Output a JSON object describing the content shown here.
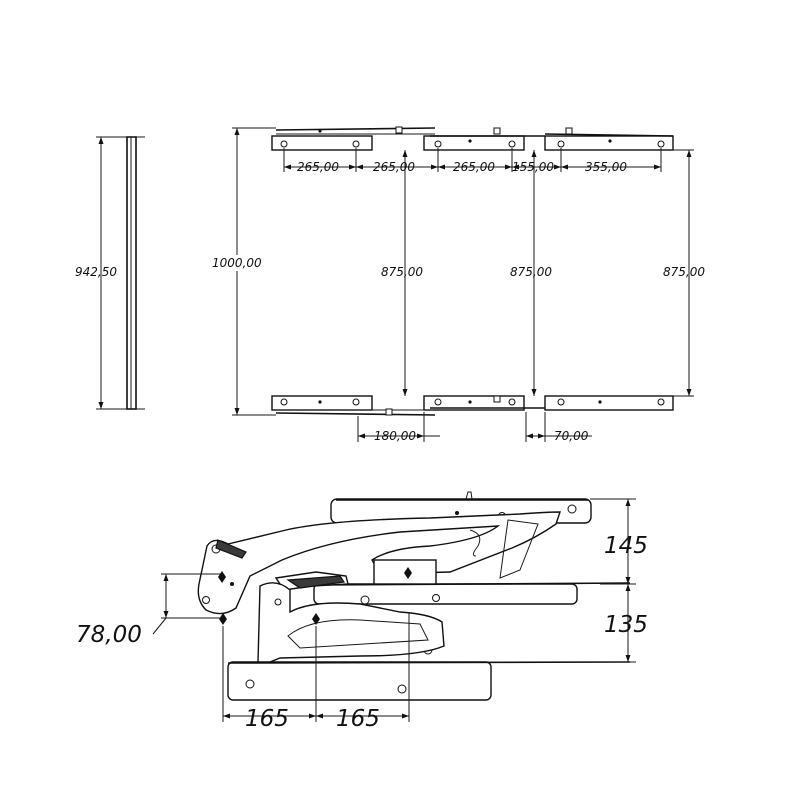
{
  "side_view": {
    "height": "942,50"
  },
  "top_view": {
    "total_height": "1000,00",
    "spacings": [
      "265,00",
      "265,00",
      "265,00",
      "155,00",
      "355,00"
    ],
    "inner_heights": [
      "875,00",
      "875,00",
      "875,00"
    ],
    "offset_a": "180,00",
    "offset_b": "70,00"
  },
  "mechanism_view": {
    "raise_upper": "145",
    "raise_lower": "135",
    "pivot_height": "78,00",
    "base_spacings": [
      "165",
      "165"
    ]
  }
}
